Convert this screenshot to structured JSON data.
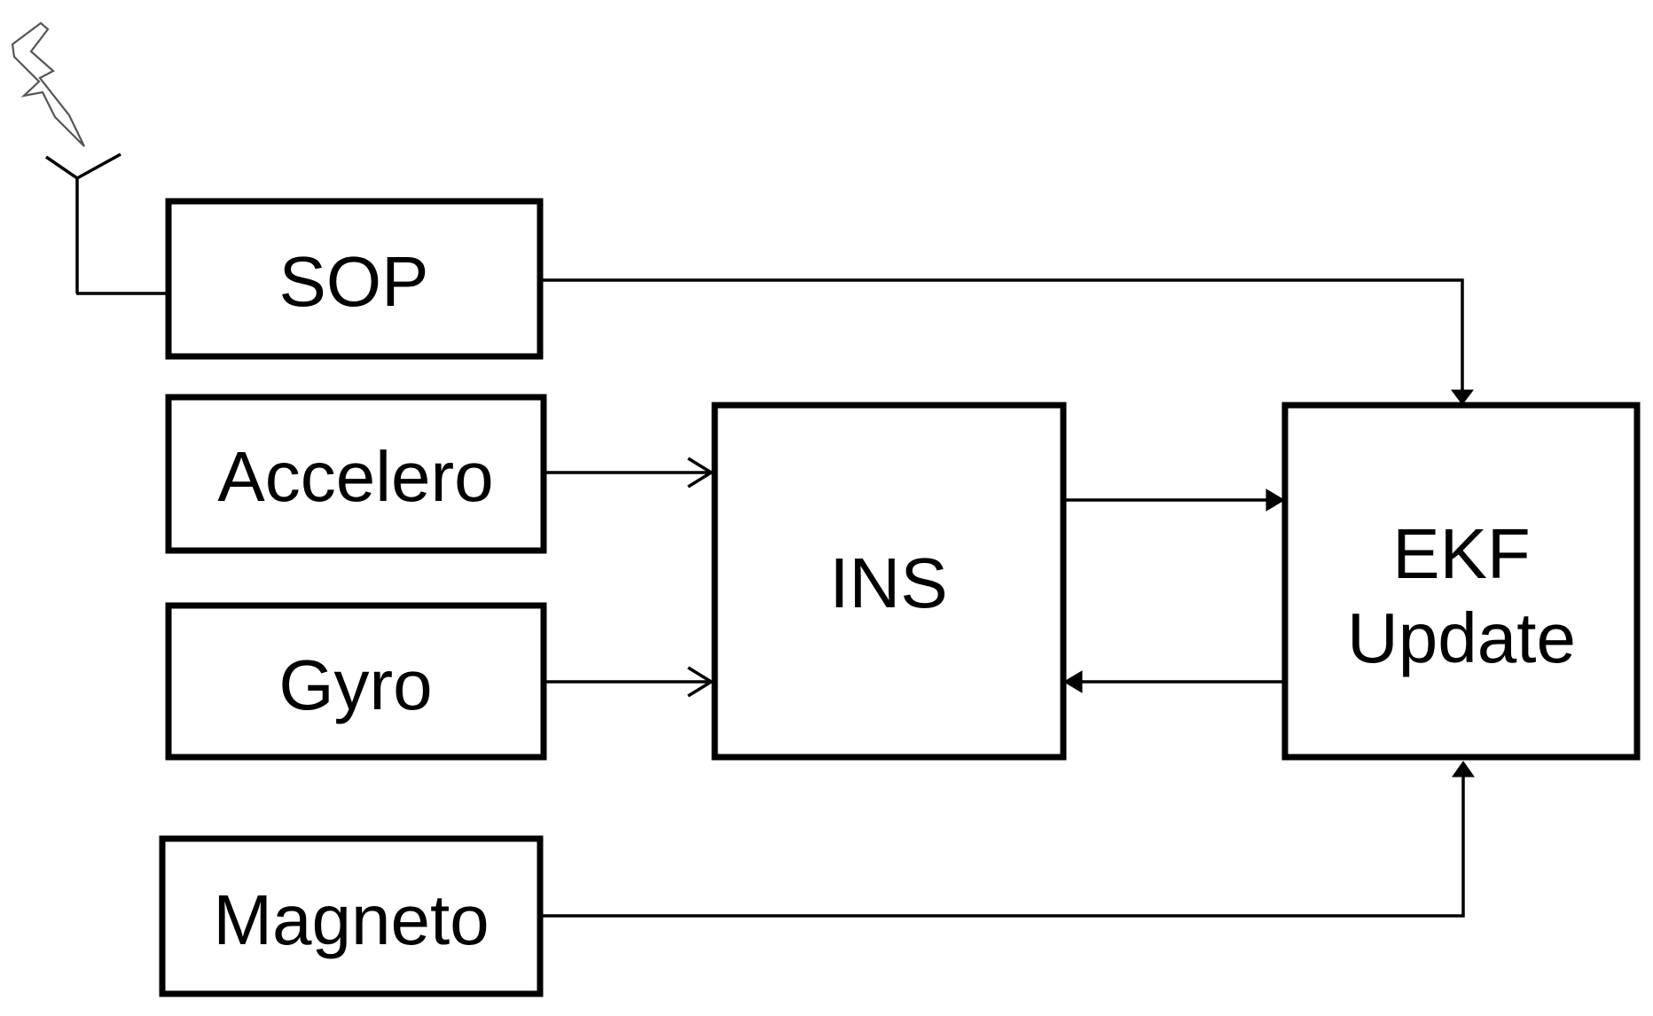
{
  "blocks": {
    "sop": "SOP",
    "accelero": "Accelero",
    "gyro": "Gyro",
    "magneto": "Magneto",
    "ins": "INS",
    "ekf_line1": "EKF",
    "ekf_line2": "Update"
  },
  "icons": {
    "signal": "lightning-bolt-icon",
    "antenna": "antenna-icon"
  },
  "colors": {
    "stroke": "#000000",
    "background": "#ffffff"
  }
}
